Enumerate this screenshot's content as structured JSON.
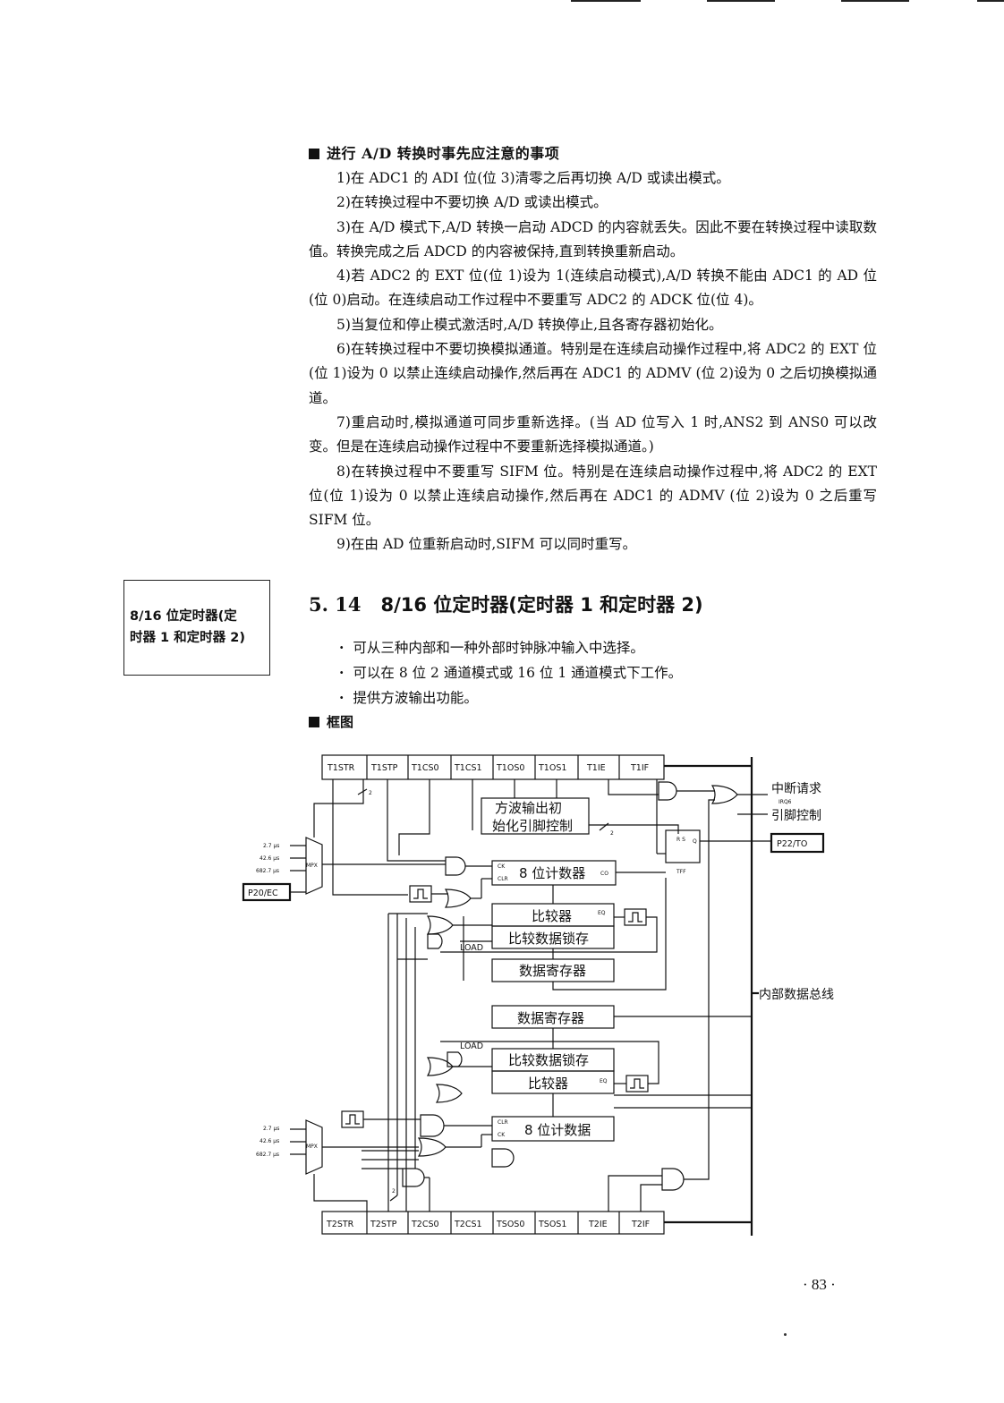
{
  "notes_heading": "进行 A/D 转换时事先应注意的事项",
  "notes": [
    "1)在 ADC1 的 ADI 位(位 3)清零之后再切换 A/D 或读出模式。",
    "2)在转换过程中不要切换 A/D 或读出模式。",
    "3)在 A/D 模式下,A/D 转换一启动 ADCD 的内容就丢失。因此不要在转换过程中读取数值。转换完成之后 ADCD 的内容被保持,直到转换重新启动。",
    "4)若 ADC2 的 EXT 位(位 1)设为 1(连续启动模式),A/D 转换不能由 ADC1 的 AD 位(位 0)启动。在连续启动工作过程中不要重写 ADC2 的 ADCK 位(位 4)。",
    "5)当复位和停止模式激活时,A/D 转换停止,且各寄存器初始化。",
    "6)在转换过程中不要切换模拟通道。特别是在连续启动操作过程中,将 ADC2 的 EXT 位(位 1)设为 0 以禁止连续启动操作,然后再在 ADC1 的 ADMV (位 2)设为 0 之后切换模拟通道。",
    "7)重启动时,模拟通道可同步重新选择。(当 AD 位写入 1 时,ANS2 到 ANS0 可以改变。但是在连续启动操作过程中不要重新选择模拟通道。)",
    "8)在转换过程中不要重写 SIFM 位。特别是在连续启动操作过程中,将 ADC2 的 EXT 位(位 1)设为 0 以禁止连续启动操作,然后再在 ADC1 的 ADMV (位 2)设为 0 之后重写 SIFM 位。",
    "9)在由 AD 位重新启动时,SIFM 可以同时重写。"
  ],
  "sidebar": {
    "line1": "8/16 位定时器(定",
    "line2": "时器 1 和定时器 2)"
  },
  "section": {
    "number": "5. 14",
    "title": "8/16 位定时器(定时器 1 和定时器 2)"
  },
  "features": [
    "可从三种内部和一种外部时钟脉冲输入中选择。",
    "可以在 8 位 2 通道模式或 16 位 1 通道模式下工作。",
    "提供方波输出功能。"
  ],
  "diagram_heading": "框图",
  "diagram": {
    "t1_regs": [
      "T1STR",
      "T1STP",
      "T1CS0",
      "T1CS1",
      "T1OS0",
      "T1OS1",
      "T1IE",
      "T1IF"
    ],
    "t2_regs": [
      "T2STR",
      "T2STP",
      "T2CS0",
      "T2CS1",
      "TSOS0",
      "TSOS1",
      "T2IE",
      "T2IF"
    ],
    "mpx_label": "MPX",
    "clock_inputs": [
      "2.7 μs",
      "42.6 μs",
      "682.7 μs"
    ],
    "ext_input": "P20/EC",
    "square_wave_init_1": "方波输出初",
    "square_wave_init_2": "始化引脚控制",
    "bus_width": "2",
    "rs_label": "R S",
    "q_label": "Q",
    "tff_label": "TFF",
    "output_pin": "P22/TO",
    "interrupt_request": "中断请求",
    "irq_label": "IRQ6",
    "pin_control": "引脚控制",
    "ck": "CK",
    "clr": "CLR",
    "co": "CO",
    "eq": "EQ",
    "load": "LOAD",
    "counter1": "8 位计数器",
    "comparator": "比较器",
    "compare_latch": "比较数据锁存",
    "data_register": "数据寄存器",
    "internal_bus": "内部数据总线",
    "counter2": "8 位计数据"
  },
  "page_number": "· 83 ·"
}
